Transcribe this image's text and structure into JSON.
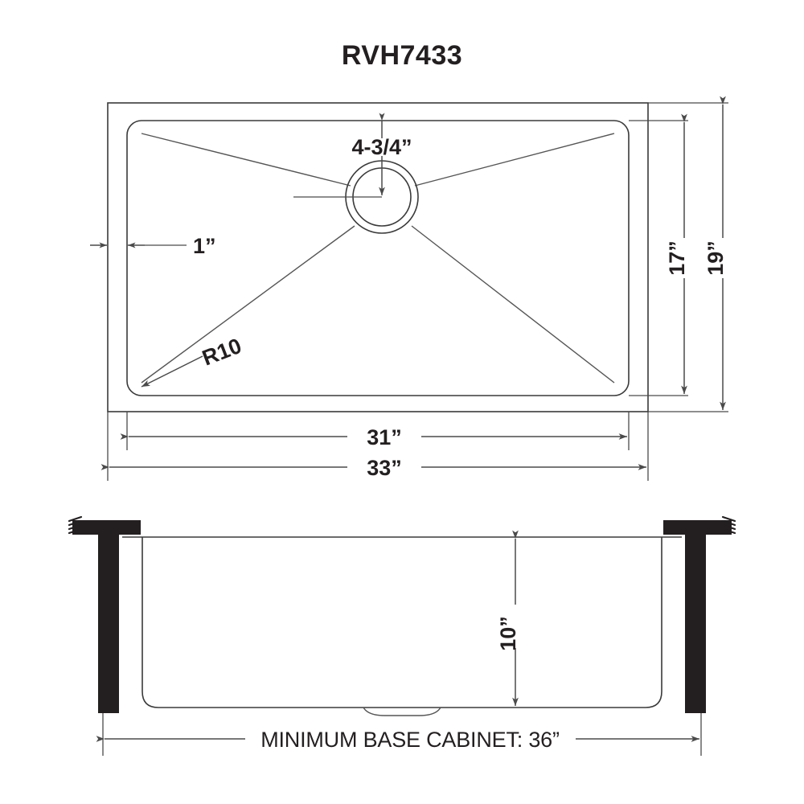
{
  "document": {
    "title": "RVH7433",
    "product_type": "kitchen-sink-spec-drawing"
  },
  "top_view": {
    "name": "top-view",
    "labels": {
      "drain_offset": "4-3/4”",
      "rim_width": "1”",
      "corner_radius": "R10",
      "inner_height": "17”",
      "outer_height": "19”",
      "inner_width": "31”",
      "outer_width": "33”"
    }
  },
  "cross_section": {
    "name": "cross-section-view",
    "labels": {
      "bowl_depth": "10”",
      "base_cabinet": "MINIMUM BASE CABINET: 36”"
    }
  },
  "colors": {
    "line": "#3a3a3a",
    "dimension": "#4a4a4a",
    "text": "#231f20",
    "solid": "#231f20",
    "background": "#ffffff"
  }
}
